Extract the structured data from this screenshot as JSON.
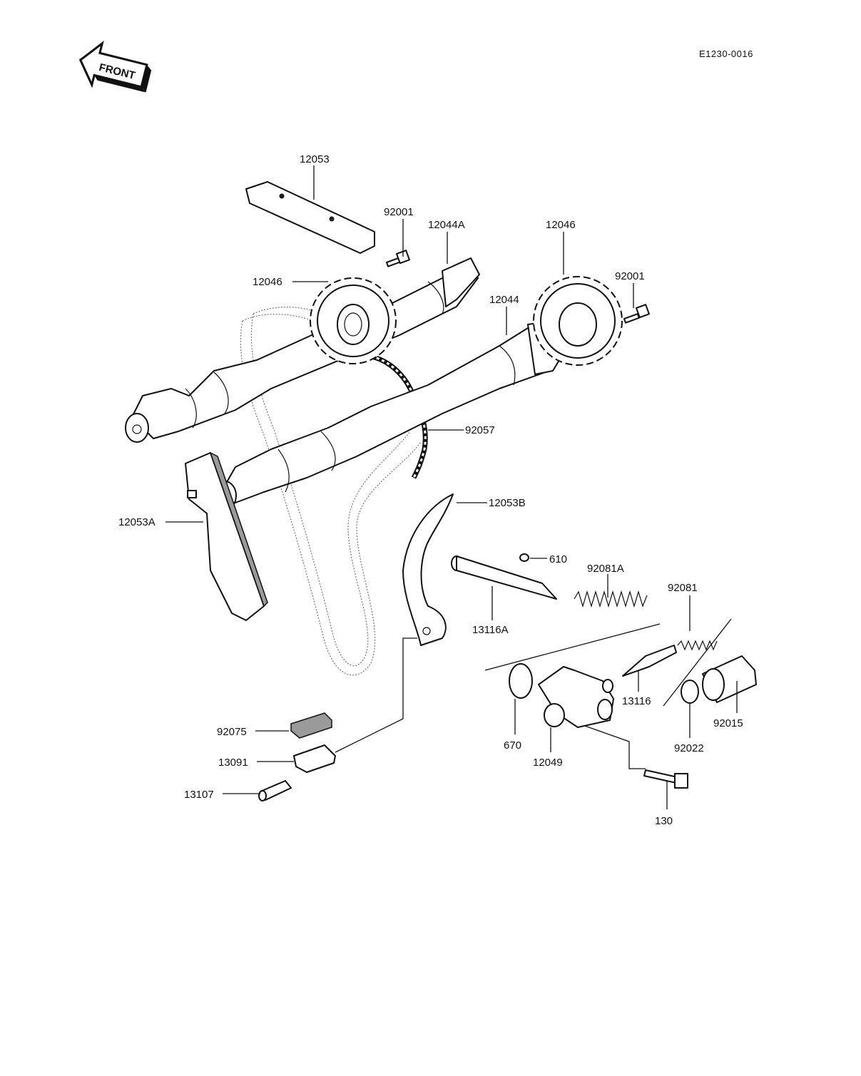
{
  "diagram_code": "E1230-0016",
  "front_label": "FRONT",
  "labels": {
    "guide_top": "12053",
    "bolt_left": "92001",
    "camshaft_a": "12044A",
    "sprocket_left": "12046",
    "sprocket_right": "12046",
    "bolt_right": "92001",
    "camshaft": "12044",
    "chain": "92057",
    "guide_a": "12053A",
    "guide_b": "12053B",
    "pin_610": "610",
    "spring_a": "92081A",
    "spring": "92081",
    "rod_a": "13116A",
    "rod": "13116",
    "oring": "670",
    "tensioner_body": "12049",
    "washer": "92022",
    "cap": "92015",
    "bolt_130": "130",
    "rubber": "92075",
    "holder": "13091",
    "pin_13107": "13107"
  }
}
